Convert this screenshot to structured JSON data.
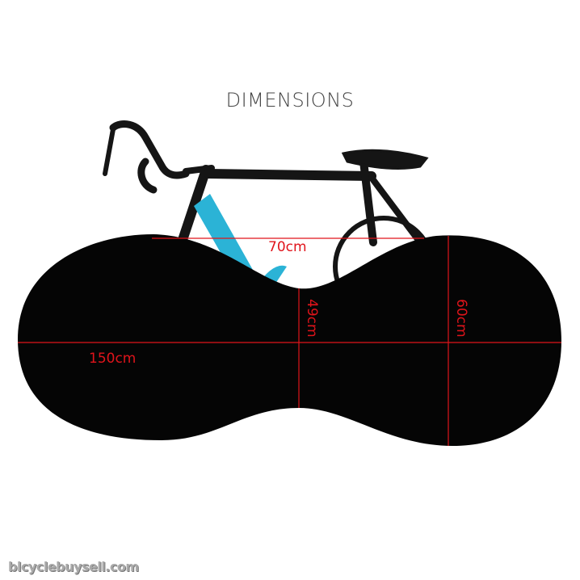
{
  "title": "DIMENSIONS",
  "dimensions": {
    "top_width": "70cm",
    "length": "150cm",
    "middle_height": "49cm",
    "end_height": "60cm"
  },
  "watermark": "blcyclebuysell.com",
  "colors": {
    "cover": "#050505",
    "dimension_lines": "#e0141b",
    "frame_accent": "#2bb3d6"
  }
}
